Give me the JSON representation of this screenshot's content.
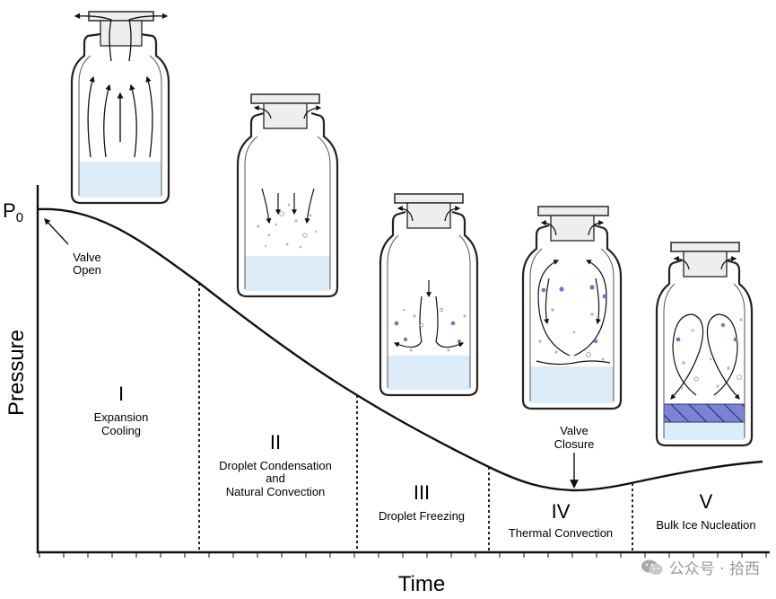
{
  "axes": {
    "y_label": "Pressure",
    "x_label": "Time",
    "p0_main": "P",
    "p0_sub": "0"
  },
  "annotations": {
    "valve_open": [
      "Valve",
      "Open"
    ],
    "valve_closure": [
      "Valve",
      "Closure"
    ]
  },
  "stages": [
    {
      "numeral": "I",
      "lines": [
        "Expansion",
        "Cooling"
      ]
    },
    {
      "numeral": "II",
      "lines": [
        "Droplet Condensation",
        "and",
        "Natural Convection"
      ]
    },
    {
      "numeral": "III",
      "lines": [
        "Droplet Freezing"
      ]
    },
    {
      "numeral": "IV",
      "lines": [
        "Thermal Convection"
      ]
    },
    {
      "numeral": "V",
      "lines": [
        "Bulk Ice Nucleation"
      ]
    }
  ],
  "watermark": {
    "text": "公众号 · 拾西",
    "icon": "wechat-icon"
  },
  "colors": {
    "liquid": "#dcecf8",
    "frozen_layer": "#7b84d4",
    "droplet_blue": "#6f79c9",
    "droplet_gray": "#b9b9b9",
    "line": "#111111"
  }
}
